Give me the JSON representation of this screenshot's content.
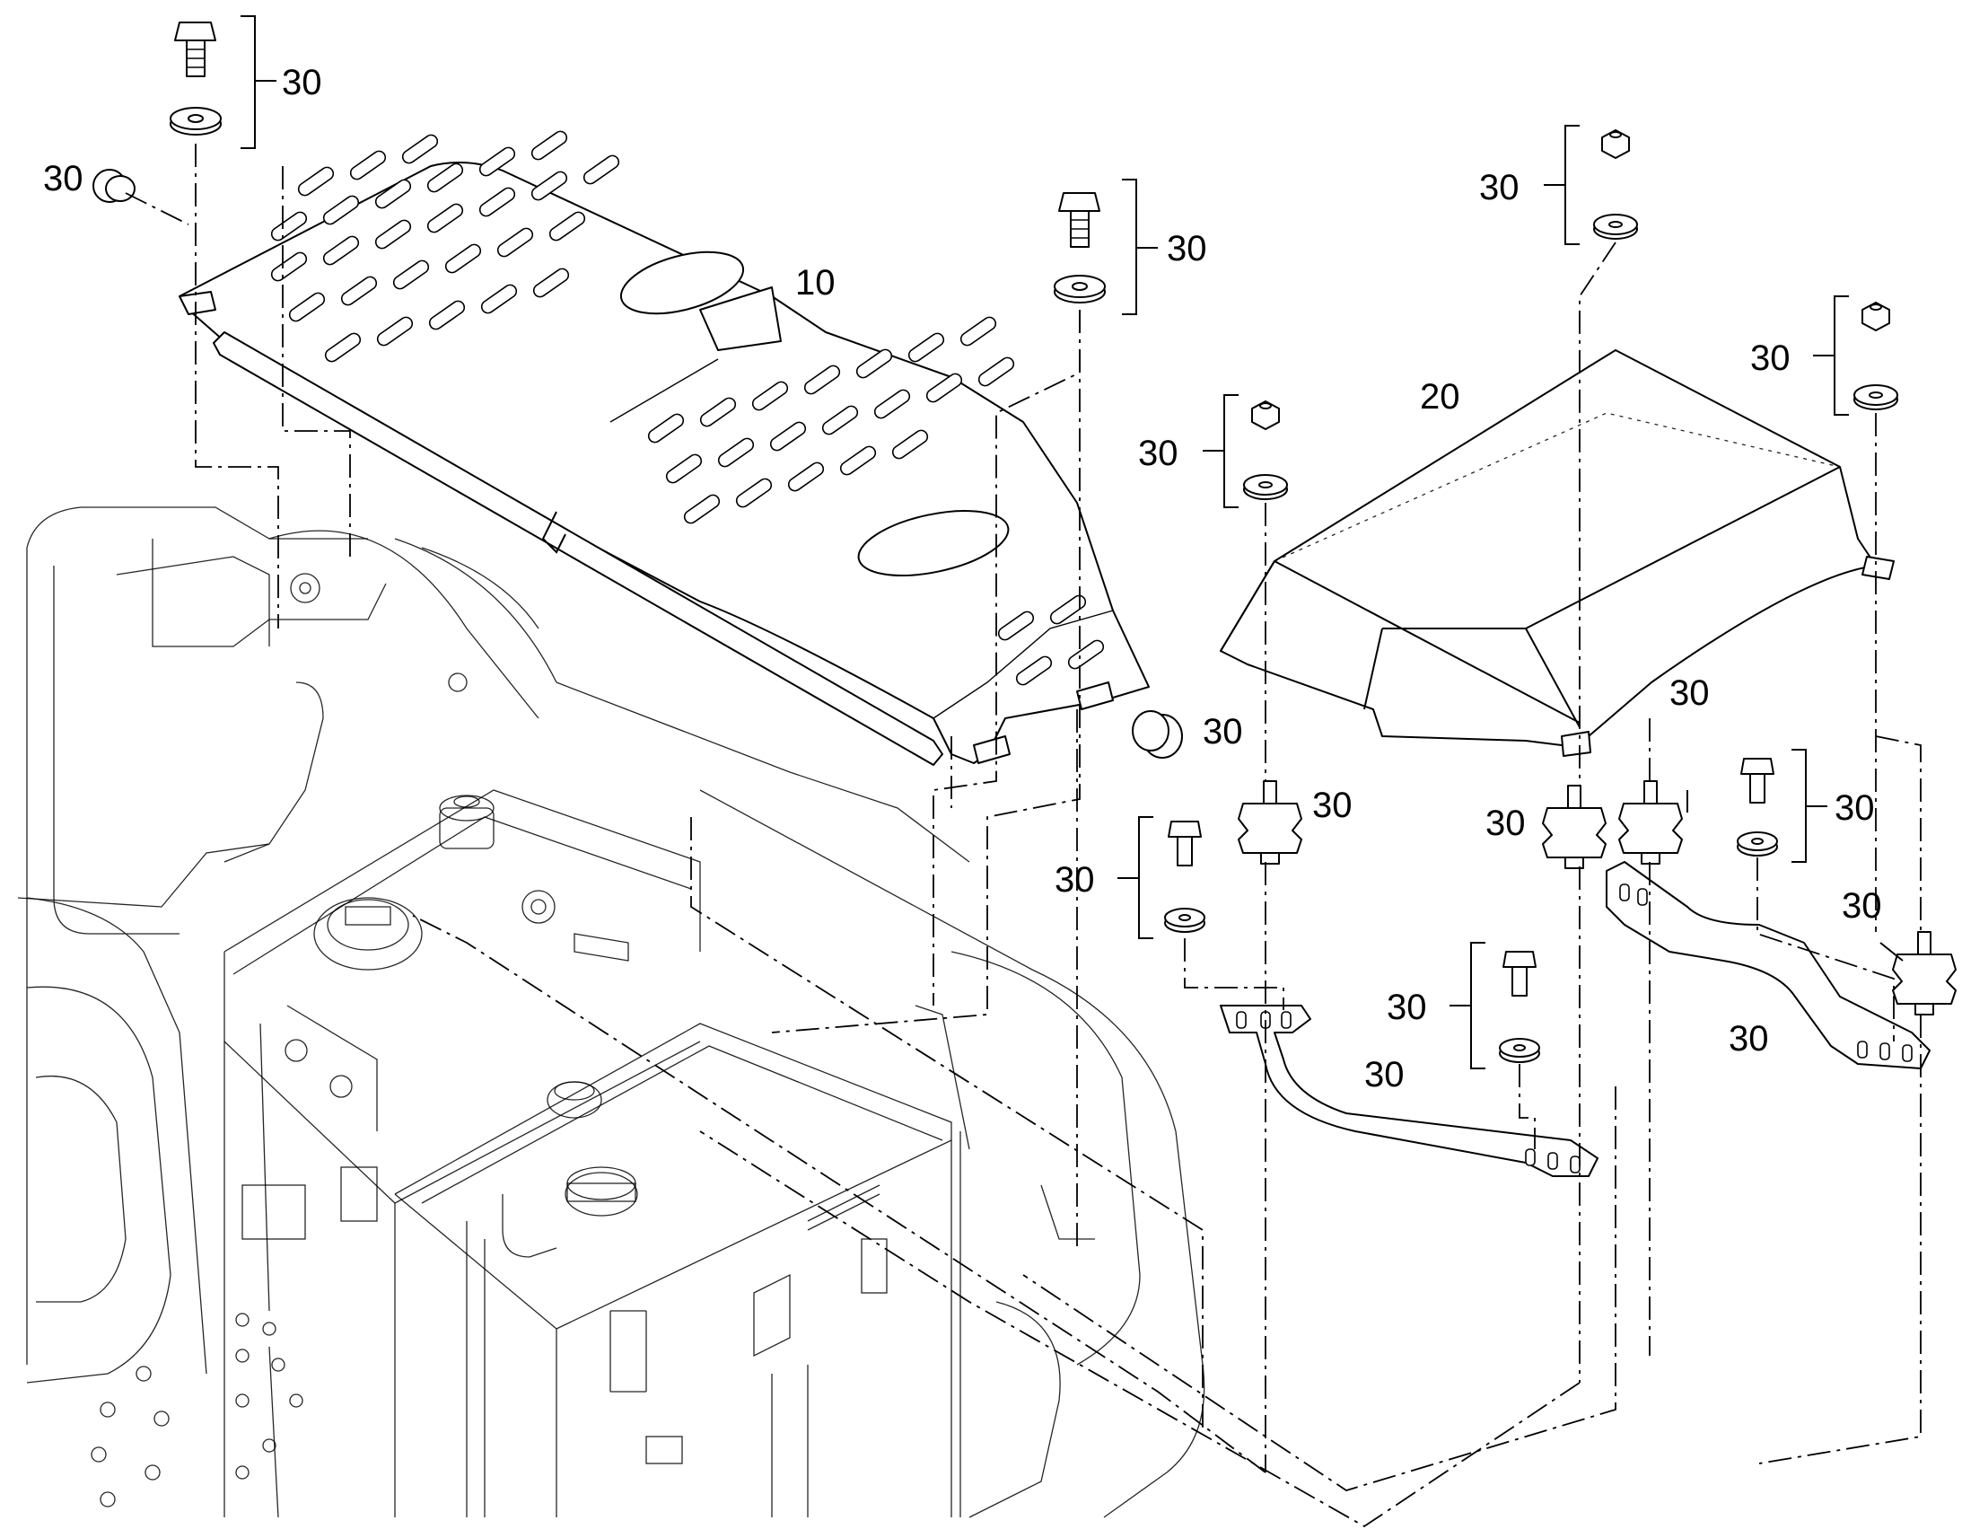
{
  "labels": {
    "item_10": "10",
    "item_20": "20",
    "item_30": "30"
  }
}
